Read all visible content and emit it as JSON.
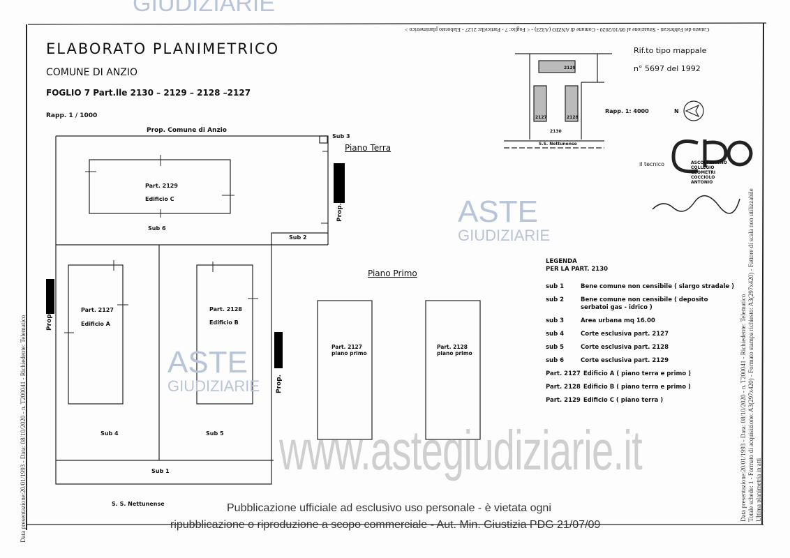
{
  "watermark_top": "GIUDIZIARIE",
  "header_strip": "Catasto dei Fabbricati - Situazione al 08/10/2020 - Comune di ANZIO (A323) - < Foglio: 7 - Particella: 2127 - Elaborato planimetrico >",
  "title": "ELABORATO  PLANIMETRICO",
  "comune": "COMUNE  DI  ANZIO",
  "foglio": "FOGLIO  7  Part.lle  2130 – 2129 – 2128 –2127",
  "scale": "Rapp. 1 / 1000",
  "rif_tipo": "Rif.to  tipo  mappale",
  "rif_num": "n° 5697  del  1992",
  "inset": {
    "p2129": "2129",
    "p2127": "2127",
    "p2128": "2128",
    "p2130": "2130",
    "road": "S.S. Nettunense",
    "scale": "Rapp. 1: 4000",
    "north": "N"
  },
  "tecnico": "il  tecnico",
  "stamp": {
    "l1": "ASCOLI PICENO",
    "l2": "COLLEGIO",
    "l3": "GEOMETRI",
    "l4": "COCCIOLO",
    "l5": "ANTONIO"
  },
  "plan": {
    "prop_top": "Prop.  Comune di Anzio",
    "sub3": "Sub 3",
    "piano_terra": "Piano Terra",
    "prop": "Prop.",
    "c_part": "Part. 2129",
    "c_edif": "Edificio  C",
    "sub6": "Sub  6",
    "sub2": "Sub  2",
    "a_part": "Part. 2127",
    "a_edif": "Edificio  A",
    "b_part": "Part. 2128",
    "b_edif": "Edificio  B",
    "sub4": "Sub  4",
    "sub5": "Sub  5",
    "sub1": "Sub  1",
    "road": "S. S.  Nettunense",
    "piano_primo": "Piano  Primo",
    "pp1_part": "Part. 2127",
    "pp1_sub": "piano primo",
    "pp2_part": "Part. 2128",
    "pp2_sub": "piano primo"
  },
  "legend": {
    "title1": "LEGENDA",
    "title2": "PER LA PART.  2130",
    "rows": [
      {
        "k": "sub  1",
        "v": "Bene  comune  non  censibile  ( slargo  stradale )"
      },
      {
        "k": "sub  2",
        "v": "Bene  comune  non  censibile  ( deposito  serbatoi  gas  -  idrico )"
      },
      {
        "k": "sub  3",
        "v": "Area  urbana  mq  16.00"
      },
      {
        "k": "sub  4",
        "v": "Corte  esclusiva  part. 2127"
      },
      {
        "k": "sub  5",
        "v": "Corte  esclusiva  part. 2128"
      },
      {
        "k": "sub  6",
        "v": "Corte  esclusiva  part. 2129"
      },
      {
        "k": "Part. 2127",
        "v": "Edificio  A  ( piano  terra  e  primo )"
      },
      {
        "k": "Part. 2128",
        "v": "Edificio  B  ( piano  terra  e  primo )"
      },
      {
        "k": "Part. 2129",
        "v": "Edificio  C  ( piano  terra )"
      }
    ]
  },
  "side_left": "Data presentazione:20/01/1993 - Data: 08/10/2020 - n. T200041 - Richiedente: Telematico",
  "side_right1": "Data presentazione:20/01/1993 - Data: 08/10/2020 - n. T200041 - Richiedente: Telematico",
  "side_right2": "Totale schede: 1 - Formato di acquisizione: A3(297x420) - Formato stampa richiesto: A3(297x420) - Fattore di scala non utilizzabile",
  "side_right3": "Ultima planimetria in atti",
  "wm_aste": "ASTE",
  "wm_giudiziarie": "GIUDIZIARIE",
  "wm_url": "www.astegiudiziarie.it",
  "footer1": "Pubblicazione ufficiale ad esclusivo uso personale - è vietata ogni",
  "footer2": "ripubblicazione o riproduzione a scopo commerciale - Aut. Min. Giustizia PDG 21/07/09"
}
